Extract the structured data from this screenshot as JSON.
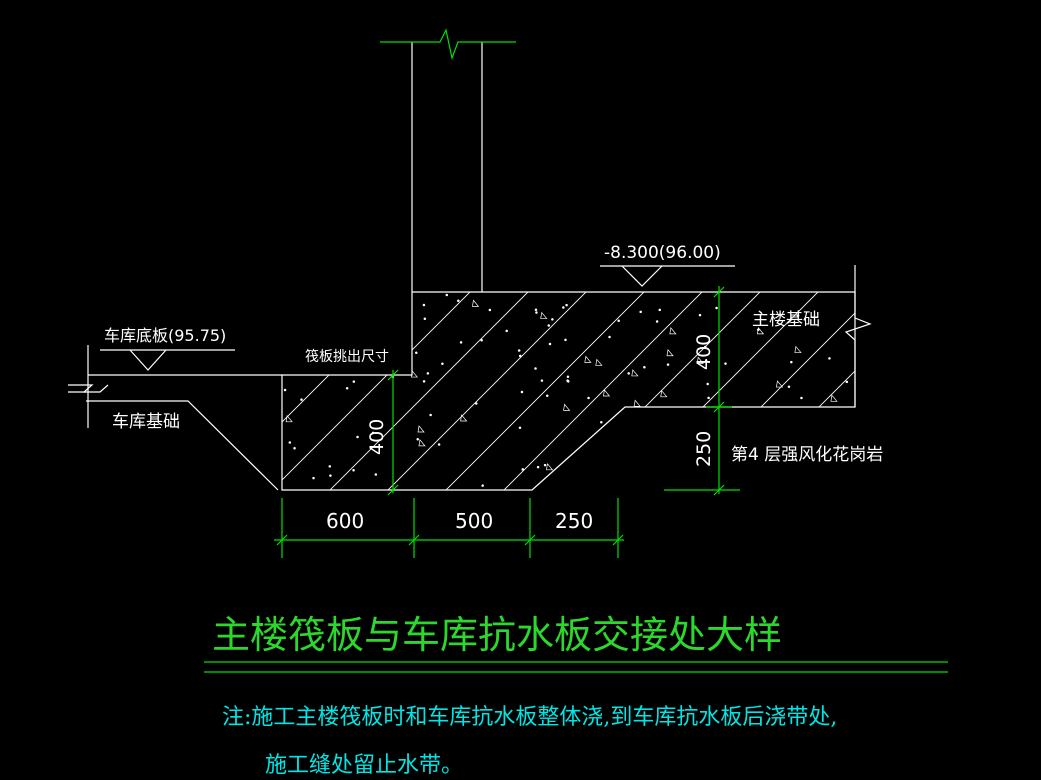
{
  "labels": {
    "elevation_main": "-8.300(96.00)",
    "elevation_garage": "车库底板(95.75)",
    "main_foundation": "主楼基础",
    "garage_foundation": "车库基础",
    "raft_extension": "筏板挑出尺寸",
    "rock_layer": "第4 层强风化花岗岩"
  },
  "dimensions": {
    "d600": "600",
    "d500": "500",
    "d250": "250",
    "v400_left": "400",
    "v400_right": "400",
    "v250": "250"
  },
  "title": "主楼筏板与车库抗水板交接处大样",
  "note": {
    "line1": "注:施工主楼筏板时和车库抗水板整体浇,到车库抗水板后浇带处,",
    "line2": "施工缝处留止水带。"
  },
  "colors": {
    "background": "#000000",
    "outline": "#ffffff",
    "dimension": "#00e000",
    "title": "#2bd82b",
    "note": "#00e6e6"
  }
}
